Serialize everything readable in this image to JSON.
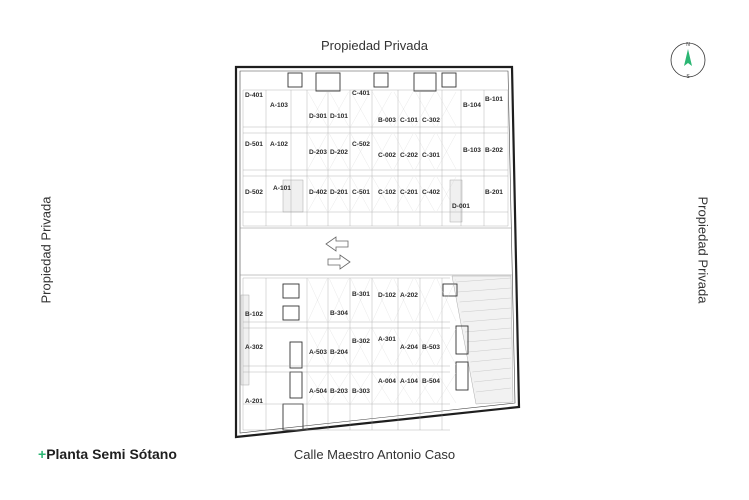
{
  "title": {
    "plus": "+",
    "text": "Planta Semi Sótano"
  },
  "context": {
    "top": "Propiedad Privada",
    "left": "Propiedad Privada",
    "right": "Propiedad Privada",
    "bottom": "Calle Maestro Antonio Caso"
  },
  "compass": {
    "north": "N",
    "south": "S"
  },
  "colors": {
    "accent": "#2bb673",
    "line": "#555555",
    "wall": "#222222"
  },
  "lots": [
    "D-401",
    "A-103",
    "D-301",
    "D-101",
    "C-401",
    "B-003",
    "C-101",
    "C-302",
    "B-104",
    "B-101",
    "D-501",
    "A-102",
    "D-203",
    "D-202",
    "C-502",
    "C-002",
    "C-202",
    "C-301",
    "B-103",
    "B-202",
    "D-502",
    "A-101",
    "D-402",
    "D-201",
    "C-501",
    "C-102",
    "C-201",
    "C-402",
    "D-001",
    "B-201",
    "B-301",
    "D-102",
    "A-202",
    "B-102",
    "B-304",
    "B-302",
    "A-301",
    "A-302",
    "A-503",
    "B-204",
    "A-204",
    "B-503",
    "A-004",
    "A-104",
    "B-504",
    "A-201",
    "A-504",
    "B-203",
    "B-303"
  ]
}
